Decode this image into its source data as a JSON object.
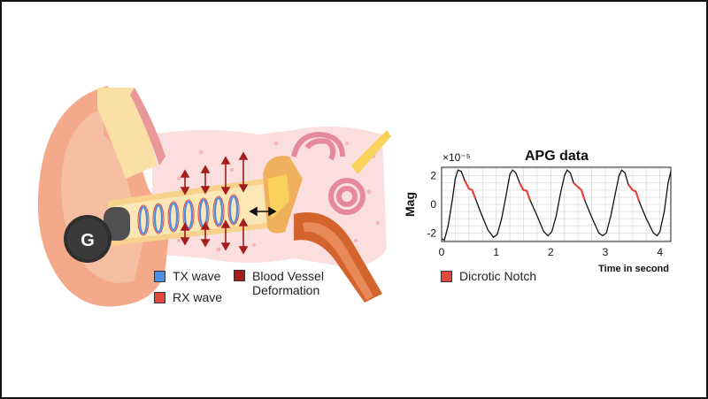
{
  "legend": {
    "tx": {
      "label": "TX wave",
      "color": "#4a8ee8"
    },
    "rx": {
      "label": "RX wave",
      "color": "#e3463b"
    },
    "vessel": {
      "label_line1": "Blood Vessel",
      "label_line2": "Deformation",
      "color": "#a51c1c"
    },
    "notch": {
      "label": "Dicrotic Notch",
      "color": "#e3463b"
    }
  },
  "earbud": {
    "logo": "G",
    "icons": [
      "earbud-icon",
      "ear-canal",
      "cochlea-icon",
      "deformation-arrows"
    ]
  },
  "chart_data": {
    "type": "line",
    "title": "APG data",
    "xlabel": "Time in second",
    "ylabel": "Mag",
    "y_exponent": "×10⁻⁵",
    "xlim": [
      0,
      4.2
    ],
    "ylim": [
      -2.6,
      2.6
    ],
    "xticks": [
      0,
      1,
      2,
      3,
      4
    ],
    "yticks": [
      2,
      0,
      -2
    ],
    "grid": true,
    "series": [
      {
        "color": "#111111",
        "points": [
          [
            0,
            -2.4
          ],
          [
            0.05,
            -2.5
          ],
          [
            0.12,
            -1.5
          ],
          [
            0.2,
            0.4
          ],
          [
            0.25,
            1.8
          ],
          [
            0.3,
            2.4
          ],
          [
            0.36,
            2.3
          ],
          [
            0.42,
            1.7
          ],
          [
            0.5,
            1.1
          ],
          [
            0.56,
            1.0
          ],
          [
            0.62,
            0.4
          ],
          [
            0.72,
            -0.6
          ],
          [
            0.85,
            -1.8
          ],
          [
            0.95,
            -2.3
          ],
          [
            1.02,
            -2.1
          ],
          [
            1.1,
            -1.0
          ],
          [
            1.18,
            0.6
          ],
          [
            1.25,
            2.1
          ],
          [
            1.3,
            2.4
          ],
          [
            1.36,
            2.2
          ],
          [
            1.43,
            1.5
          ],
          [
            1.5,
            1.0
          ],
          [
            1.56,
            0.95
          ],
          [
            1.62,
            0.3
          ],
          [
            1.75,
            -0.8
          ],
          [
            1.87,
            -1.9
          ],
          [
            1.95,
            -2.2
          ],
          [
            2.02,
            -1.9
          ],
          [
            2.1,
            -0.8
          ],
          [
            2.18,
            0.8
          ],
          [
            2.25,
            2.0
          ],
          [
            2.3,
            2.4
          ],
          [
            2.36,
            2.2
          ],
          [
            2.42,
            1.5
          ],
          [
            2.5,
            1.2
          ],
          [
            2.56,
            1.0
          ],
          [
            2.62,
            0.3
          ],
          [
            2.75,
            -0.9
          ],
          [
            2.88,
            -2.0
          ],
          [
            2.95,
            -2.2
          ],
          [
            3.02,
            -2.0
          ],
          [
            3.1,
            -0.8
          ],
          [
            3.18,
            0.7
          ],
          [
            3.25,
            2.0
          ],
          [
            3.3,
            2.4
          ],
          [
            3.36,
            2.2
          ],
          [
            3.42,
            1.4
          ],
          [
            3.5,
            1.0
          ],
          [
            3.56,
            0.9
          ],
          [
            3.62,
            0.2
          ],
          [
            3.75,
            -1.0
          ],
          [
            3.88,
            -2.0
          ],
          [
            3.95,
            -2.2
          ],
          [
            4.0,
            -1.9
          ],
          [
            4.08,
            -0.5
          ],
          [
            4.15,
            1.5
          ],
          [
            4.2,
            2.3
          ]
        ]
      }
    ],
    "highlight": {
      "name": "Dicrotic Notch",
      "color": "#e3463b",
      "ranges": [
        [
          0.42,
          0.66
        ],
        [
          1.42,
          1.66
        ],
        [
          2.42,
          2.66
        ],
        [
          3.42,
          3.66
        ]
      ]
    }
  }
}
